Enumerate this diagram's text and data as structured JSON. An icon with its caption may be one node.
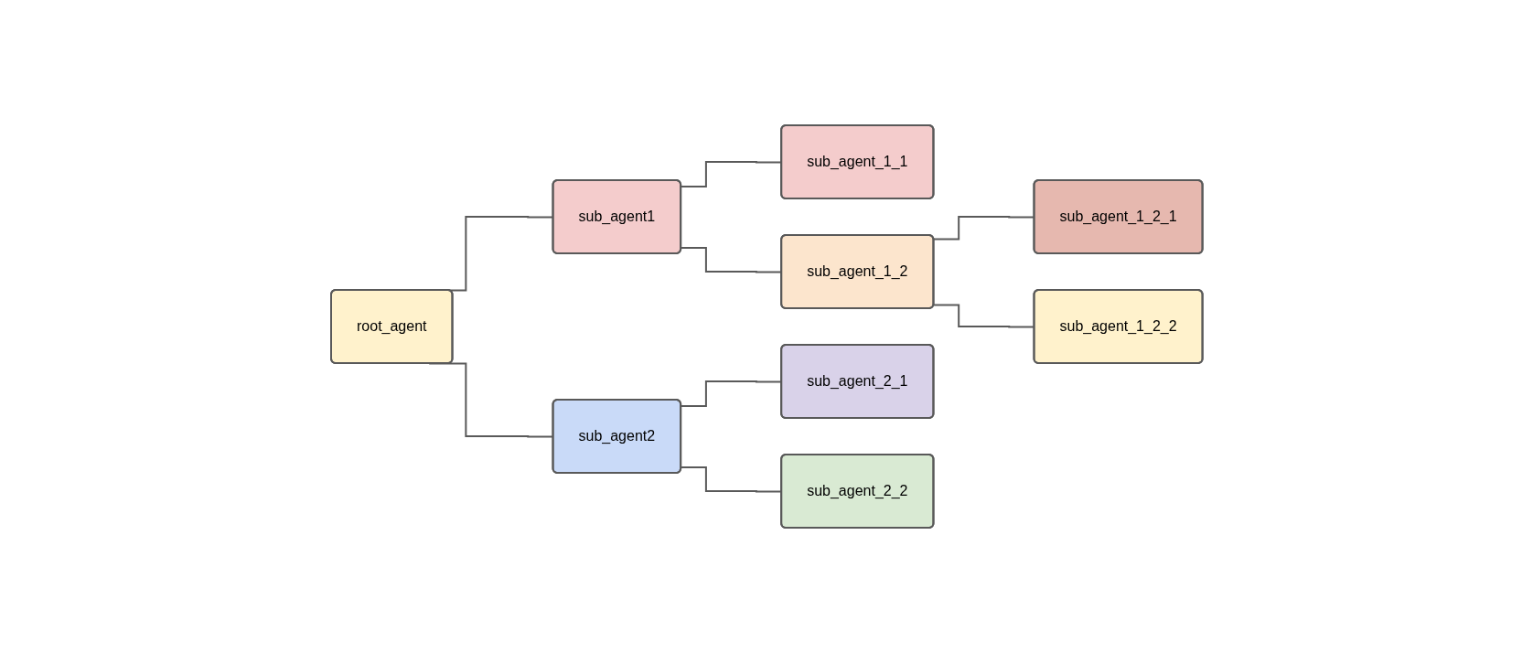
{
  "diagram": {
    "nodes": [
      {
        "text": [
          "root_agent"
        ]
      },
      {
        "text": [
          "sub_agent1"
        ]
      },
      {
        "text": [
          "sub_agent2"
        ]
      },
      {
        "text": [
          "sub_agent_1_1"
        ]
      },
      {
        "text": [
          "sub_agent_1_2"
        ]
      },
      {
        "text": [
          "sub_agent_2_1"
        ]
      },
      {
        "text": [
          "sub_agent_2_2"
        ]
      },
      {
        "text": [
          "sub_agent_1_2_1"
        ]
      },
      {
        "text": [
          "sub_agent_1_2_2"
        ]
      }
    ],
    "edges": [
      {
        "from": 0,
        "to": 1,
        "arrow": "none"
      },
      {
        "from": 0,
        "to": 2,
        "arrow": "none"
      },
      {
        "from": 1,
        "to": 3,
        "arrow": "none"
      },
      {
        "from": 1,
        "to": 4,
        "arrow": "none"
      },
      {
        "from": 2,
        "to": 5,
        "arrow": "none"
      },
      {
        "from": 2,
        "to": 6,
        "arrow": "none"
      },
      {
        "from": 4,
        "to": 7,
        "arrow": "none"
      },
      {
        "from": 4,
        "to": 8,
        "arrow": "none"
      }
    ]
  }
}
